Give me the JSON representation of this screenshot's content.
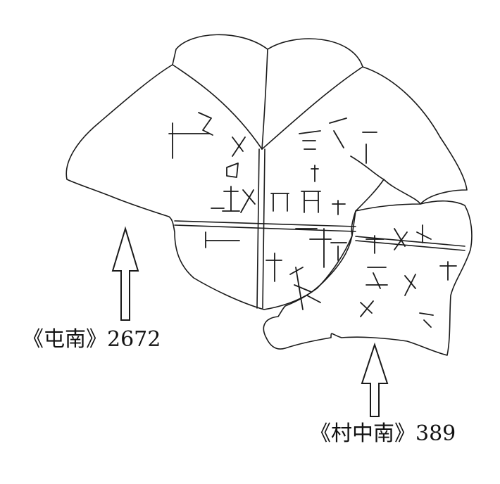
{
  "colors": {
    "ink": "#1a1a1a",
    "arrow_fill": "#ffffff",
    "background": "#ffffff"
  },
  "labels": {
    "left": "《屯南》2672",
    "right": "《村中南》389"
  },
  "icons": {
    "left_arrow": "up-arrow-outline",
    "right_arrow": "up-arrow-outline"
  }
}
